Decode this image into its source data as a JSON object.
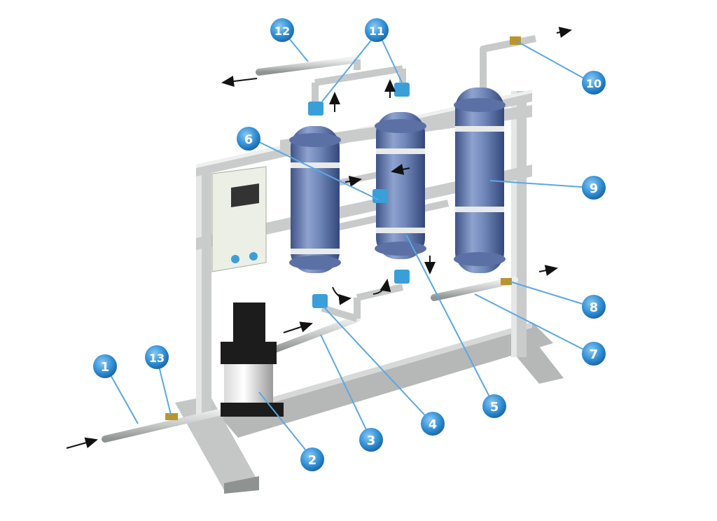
{
  "colors": {
    "frame": "#c9cccb",
    "frame_shadow": "#9da1a0",
    "pipe": "#cfd2d1",
    "vessel": "#6f86b8",
    "vessel_dark": "#3f5487",
    "valve": "#3a9fd9",
    "callout": "#2f8fd6",
    "callout_text": "#ffffff",
    "brass": "#b8952e",
    "panel": "#ecefe6",
    "pump_black": "#1c1c1c"
  },
  "callouts": [
    {
      "id": 1,
      "label": "1"
    },
    {
      "id": 2,
      "label": "2"
    },
    {
      "id": 3,
      "label": "3"
    },
    {
      "id": 4,
      "label": "4"
    },
    {
      "id": 5,
      "label": "5"
    },
    {
      "id": 6,
      "label": "6"
    },
    {
      "id": 7,
      "label": "7"
    },
    {
      "id": 8,
      "label": "8"
    },
    {
      "id": 9,
      "label": "9"
    },
    {
      "id": 10,
      "label": "10"
    },
    {
      "id": 11,
      "label": "11"
    },
    {
      "id": 12,
      "label": "12"
    },
    {
      "id": 13,
      "label": "13"
    }
  ],
  "icons": {
    "flow_arrow": "arrow-icon",
    "valve": "valve-icon",
    "ball_valve": "ball-valve-icon"
  }
}
